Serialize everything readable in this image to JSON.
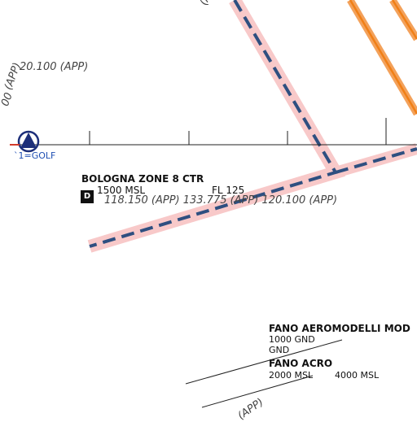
{
  "map": {
    "labels": {
      "top_rotated_fragment": "(APP)",
      "left_rotated_fragment_1": "(APP)",
      "left_rotated_fragment_2": "00",
      "top_freq": "20.100  (APP)",
      "waypoint": "`1=GOLF",
      "bottom_rotated_fragment": "(APP)"
    },
    "bologna_zone": {
      "name": "BOLOGNA ZONE 8 CTR",
      "class_badge": "D",
      "lower_limit": "1500 MSL",
      "upper_limit": "FL 125",
      "frequencies": "118.150  (APP) 133.775  (APP) 120.100  (APP)"
    },
    "fano_aeromodelli": {
      "name": "FANO AEROMODELLI MOD",
      "upper_limit": "1000 GND",
      "lower_limit": "GND"
    },
    "fano_acro": {
      "name": "FANO ACRO",
      "lower_limit": "2000 MSL",
      "upper_limit": "4000 MSL"
    },
    "colors": {
      "ctr_band": "#f8c9c9",
      "ctr_border": "#2e4f80",
      "route_orange": "#f07f16",
      "navaid": "#1d2f7a",
      "line": "#222222"
    }
  }
}
